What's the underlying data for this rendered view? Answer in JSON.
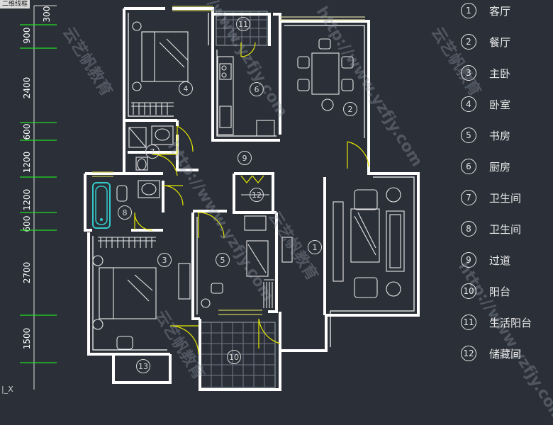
{
  "window": {
    "tab_label": "二维线框"
  },
  "dimensions": [
    "300",
    "900",
    "2400",
    "600",
    "1200",
    "1200",
    "600",
    "2700",
    "1500"
  ],
  "rooms": [
    {
      "num": "1",
      "label": "客厅"
    },
    {
      "num": "2",
      "label": "餐厅"
    },
    {
      "num": "3",
      "label": "主卧"
    },
    {
      "num": "4",
      "label": "卧室"
    },
    {
      "num": "5",
      "label": "书房"
    },
    {
      "num": "6",
      "label": "厨房"
    },
    {
      "num": "7",
      "label": "卫生间"
    },
    {
      "num": "8",
      "label": "卫生间"
    },
    {
      "num": "9",
      "label": "过道"
    },
    {
      "num": "10",
      "label": "阳台"
    },
    {
      "num": "11",
      "label": "生活阳台"
    },
    {
      "num": "12",
      "label": "储藏间"
    },
    {
      "num": "13",
      "label": ""
    }
  ],
  "watermarks": [
    "云艺帆教育",
    "http://www.yzfjy.com"
  ],
  "colors": {
    "background": "#2b3038",
    "wall": "#ffffff",
    "door": "#e6e600",
    "bathtub": "#35c9c9",
    "dimension_tick": "#22dd22"
  }
}
